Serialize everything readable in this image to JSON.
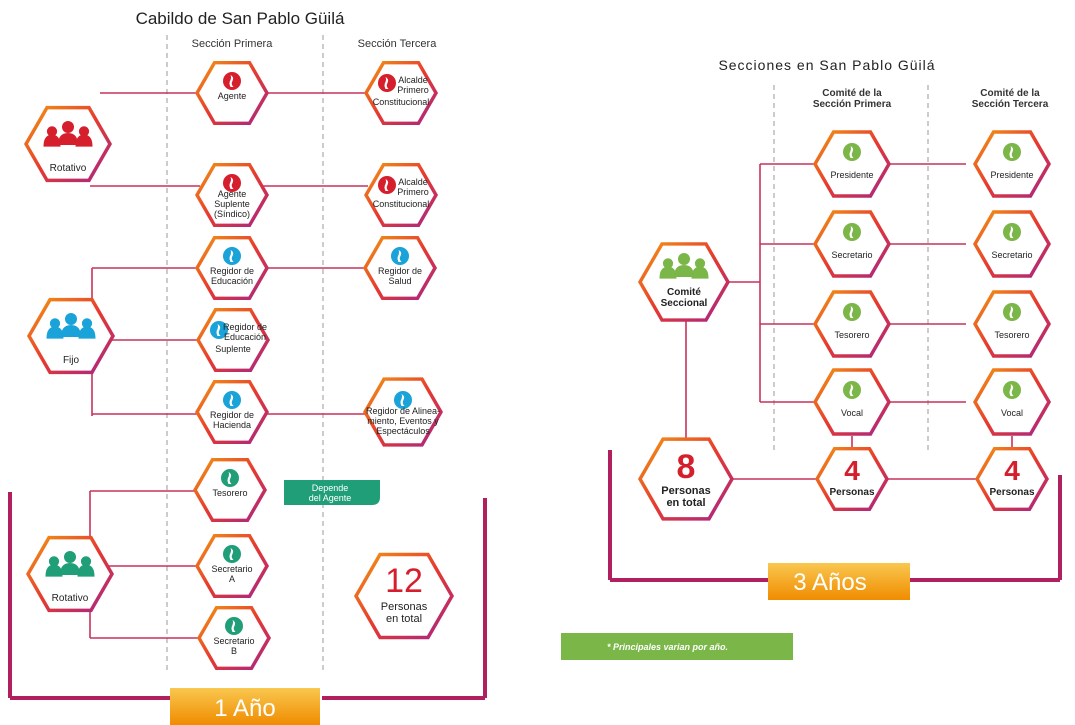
{
  "left": {
    "title": "Cabildo de San Pablo Güilá",
    "col1_header": "Sección Primera",
    "col2_header": "Sección Tercera",
    "groups": [
      {
        "label": "Rotativo",
        "color": "#d61f2c"
      },
      {
        "label": "Fijo",
        "color": "#1aa3d9"
      },
      {
        "label": "Rotativo",
        "color": "#1f9e78"
      }
    ],
    "nodes": [
      {
        "lines": [
          "Agente"
        ],
        "color": "#d61f2c"
      },
      {
        "lines": [
          "Alcalde",
          "Primero",
          "Constitucional"
        ],
        "color": "#d61f2c"
      },
      {
        "lines": [
          "Agente",
          "Suplente",
          "(Síndico)"
        ],
        "color": "#d61f2c"
      },
      {
        "lines": [
          "Alcalde",
          "Primero",
          "Constitucional"
        ],
        "color": "#d61f2c"
      },
      {
        "lines": [
          "Regidor de",
          "Educación"
        ],
        "color": "#1aa3d9"
      },
      {
        "lines": [
          "Regidor de",
          "Salud"
        ],
        "color": "#1aa3d9"
      },
      {
        "lines": [
          "Regidor de",
          "Educación",
          "Suplente"
        ],
        "color": "#1aa3d9"
      },
      {
        "lines": [
          "Regidor de",
          "Hacienda"
        ],
        "color": "#1aa3d9"
      },
      {
        "lines": [
          "Regidor de Alinea-",
          "miento, Eventos y",
          "Espectáculos"
        ],
        "color": "#1aa3d9"
      },
      {
        "lines": [
          "Tesorero"
        ],
        "color": "#1f9e78"
      },
      {
        "lines": [
          "Secretario",
          "A"
        ],
        "color": "#1f9e78"
      },
      {
        "lines": [
          "Secretario",
          "B"
        ],
        "color": "#1f9e78"
      }
    ],
    "depend_note": [
      "Depende",
      "del Agente"
    ],
    "total": {
      "number": "12",
      "lines": [
        "Personas",
        "en total"
      ]
    },
    "duration": "1 Año"
  },
  "right": {
    "title": "Secciones en San Pablo Güilá",
    "col1_header": [
      "Comité de la",
      "Sección Primera"
    ],
    "col2_header": [
      "Comité de la",
      "Sección Tercera"
    ],
    "group": {
      "lines": [
        "Comité",
        "Seccional"
      ],
      "color": "#7ab648"
    },
    "roles": [
      "Presidente",
      "Secretario",
      "Tesorero",
      "Vocal"
    ],
    "role_color": "#7ab648",
    "total": {
      "number": "8",
      "lines": [
        "Personas",
        "en total"
      ]
    },
    "count_primera": {
      "number": "4",
      "label": "Personas"
    },
    "count_tercera": {
      "number": "4",
      "label": "Personas"
    },
    "duration": "3 Años",
    "note": "* Principales varian por año."
  },
  "colors": {
    "line": "#c8325a",
    "bracket": "#b01f5e",
    "orange_banner": "#f39c12",
    "number_red": "#d61f2c",
    "note_green": "#7ab648",
    "depend_green": "#1f9e78"
  }
}
